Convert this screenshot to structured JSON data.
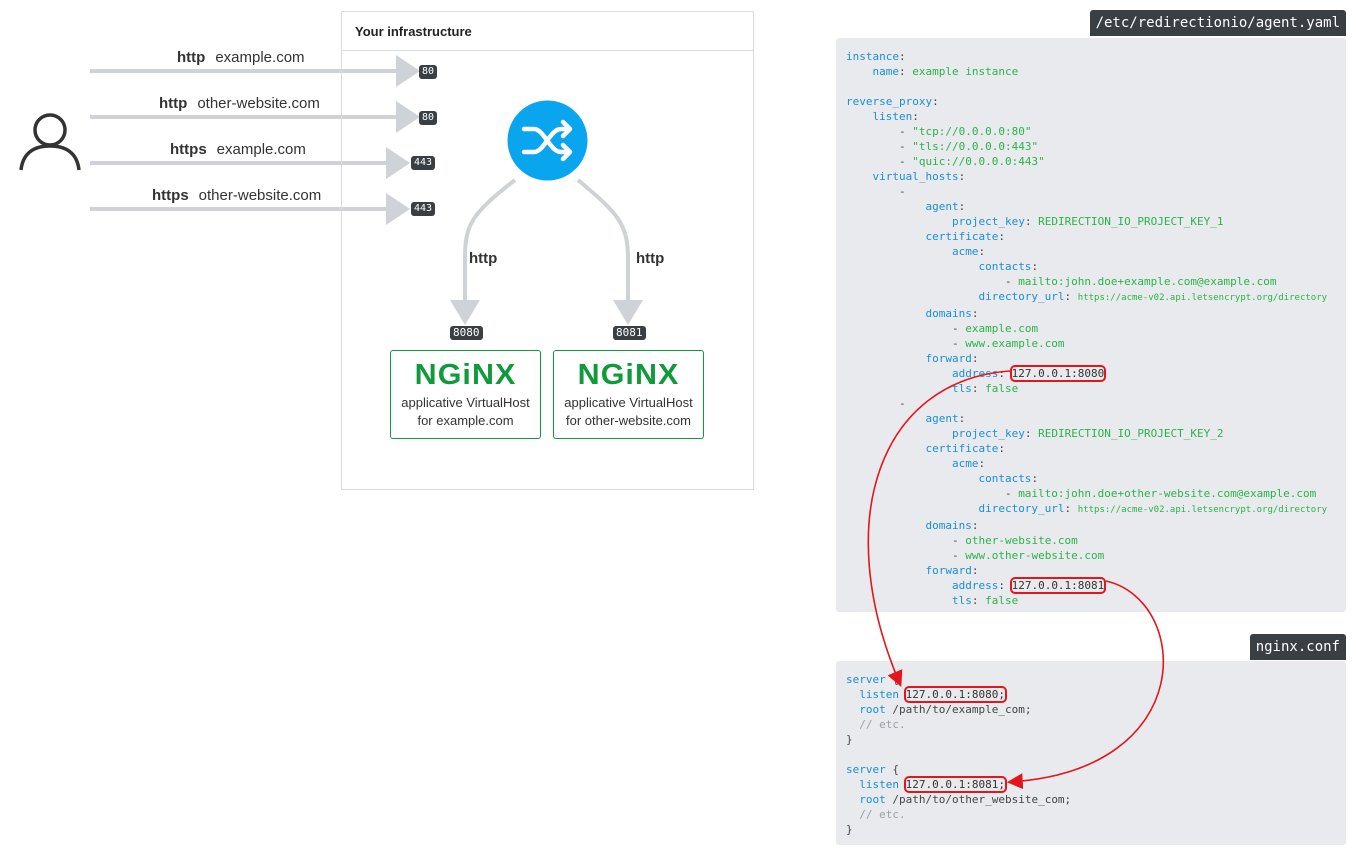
{
  "requests": [
    {
      "protocol": "http",
      "host": "example.com",
      "port": "80"
    },
    {
      "protocol": "http",
      "host": "other-website.com",
      "port": "80"
    },
    {
      "protocol": "https",
      "host": "example.com",
      "port": "443"
    },
    {
      "protocol": "https",
      "host": "other-website.com",
      "port": "443"
    }
  ],
  "infrastructure": {
    "title": "Your infrastructure",
    "left_protocol": "http",
    "right_protocol": "http",
    "backends": [
      {
        "port": "8080",
        "logo": "NGiNX",
        "line1": "applicative VirtualHost",
        "line2": "for example.com"
      },
      {
        "port": "8081",
        "logo": "NGiNX",
        "line1": "applicative VirtualHost",
        "line2": "for other-website.com"
      }
    ]
  },
  "agent_yaml": {
    "tab": "/etc/redirectionio/agent.yaml",
    "lines": [
      [
        [
          "k",
          "instance"
        ],
        [
          "d",
          ":"
        ]
      ],
      [
        [
          "d",
          "    "
        ],
        [
          "k",
          "name"
        ],
        [
          "d",
          ": "
        ],
        [
          "v",
          "example instance"
        ]
      ],
      [],
      [
        [
          "k",
          "reverse_proxy"
        ],
        [
          "d",
          ":"
        ]
      ],
      [
        [
          "d",
          "    "
        ],
        [
          "k",
          "listen"
        ],
        [
          "d",
          ":"
        ]
      ],
      [
        [
          "d",
          "        - "
        ],
        [
          "s",
          "\"tcp://0.0.0.0:80\""
        ]
      ],
      [
        [
          "d",
          "        - "
        ],
        [
          "s",
          "\"tls://0.0.0.0:443\""
        ]
      ],
      [
        [
          "d",
          "        - "
        ],
        [
          "s",
          "\"quic://0.0.0.0:443\""
        ]
      ],
      [
        [
          "d",
          "    "
        ],
        [
          "k",
          "virtual_hosts"
        ],
        [
          "d",
          ":"
        ]
      ],
      [
        [
          "d",
          "        -"
        ]
      ],
      [
        [
          "d",
          "            "
        ],
        [
          "k",
          "agent"
        ],
        [
          "d",
          ":"
        ]
      ],
      [
        [
          "d",
          "                "
        ],
        [
          "k",
          "project_key"
        ],
        [
          "d",
          ": "
        ],
        [
          "v",
          "REDIRECTION_IO_PROJECT_KEY_1"
        ]
      ],
      [
        [
          "d",
          "            "
        ],
        [
          "k",
          "certificate"
        ],
        [
          "d",
          ":"
        ]
      ],
      [
        [
          "d",
          "                "
        ],
        [
          "k",
          "acme"
        ],
        [
          "d",
          ":"
        ]
      ],
      [
        [
          "d",
          "                    "
        ],
        [
          "k",
          "contacts"
        ],
        [
          "d",
          ":"
        ]
      ],
      [
        [
          "d",
          "                        - "
        ],
        [
          "v",
          "mailto:john.doe+example.com@example.com"
        ]
      ],
      [
        [
          "d",
          "                    "
        ],
        [
          "k",
          "directory_url"
        ],
        [
          "d",
          ": "
        ],
        [
          "url",
          "https://acme-v02.api.letsencrypt.org/directory"
        ]
      ],
      [
        [
          "d",
          "            "
        ],
        [
          "k",
          "domains"
        ],
        [
          "d",
          ":"
        ]
      ],
      [
        [
          "d",
          "                - "
        ],
        [
          "v",
          "example.com"
        ]
      ],
      [
        [
          "d",
          "                - "
        ],
        [
          "v",
          "www.example.com"
        ]
      ],
      [
        [
          "d",
          "            "
        ],
        [
          "k",
          "forward"
        ],
        [
          "d",
          ":"
        ]
      ],
      [
        [
          "d",
          "                "
        ],
        [
          "k",
          "address"
        ],
        [
          "d",
          ": "
        ],
        [
          "hl",
          "127.0.0.1:8080"
        ]
      ],
      [
        [
          "d",
          "                "
        ],
        [
          "k",
          "tls"
        ],
        [
          "d",
          ": "
        ],
        [
          "v",
          "false"
        ]
      ],
      [
        [
          "d",
          "        -"
        ]
      ],
      [
        [
          "d",
          "            "
        ],
        [
          "k",
          "agent"
        ],
        [
          "d",
          ":"
        ]
      ],
      [
        [
          "d",
          "                "
        ],
        [
          "k",
          "project_key"
        ],
        [
          "d",
          ": "
        ],
        [
          "v",
          "REDIRECTION_IO_PROJECT_KEY_2"
        ]
      ],
      [
        [
          "d",
          "            "
        ],
        [
          "k",
          "certificate"
        ],
        [
          "d",
          ":"
        ]
      ],
      [
        [
          "d",
          "                "
        ],
        [
          "k",
          "acme"
        ],
        [
          "d",
          ":"
        ]
      ],
      [
        [
          "d",
          "                    "
        ],
        [
          "k",
          "contacts"
        ],
        [
          "d",
          ":"
        ]
      ],
      [
        [
          "d",
          "                        - "
        ],
        [
          "v",
          "mailto:john.doe+other-website.com@example.com"
        ]
      ],
      [
        [
          "d",
          "                    "
        ],
        [
          "k",
          "directory_url"
        ],
        [
          "d",
          ": "
        ],
        [
          "url",
          "https://acme-v02.api.letsencrypt.org/directory"
        ]
      ],
      [
        [
          "d",
          "            "
        ],
        [
          "k",
          "domains"
        ],
        [
          "d",
          ":"
        ]
      ],
      [
        [
          "d",
          "                - "
        ],
        [
          "v",
          "other-website.com"
        ]
      ],
      [
        [
          "d",
          "                - "
        ],
        [
          "v",
          "www.other-website.com"
        ]
      ],
      [
        [
          "d",
          "            "
        ],
        [
          "k",
          "forward"
        ],
        [
          "d",
          ":"
        ]
      ],
      [
        [
          "d",
          "                "
        ],
        [
          "k",
          "address"
        ],
        [
          "d",
          ": "
        ],
        [
          "hl",
          "127.0.0.1:8081"
        ]
      ],
      [
        [
          "d",
          "                "
        ],
        [
          "k",
          "tls"
        ],
        [
          "d",
          ": "
        ],
        [
          "v",
          "false"
        ]
      ]
    ]
  },
  "nginx_conf": {
    "tab": "nginx.conf",
    "lines": [
      [
        [
          "k",
          "server"
        ],
        [
          "d",
          " {"
        ]
      ],
      [
        [
          "d",
          "  "
        ],
        [
          "k",
          "listen"
        ],
        [
          "d",
          " "
        ],
        [
          "hl",
          "127.0.0.1:8080;"
        ]
      ],
      [
        [
          "d",
          "  "
        ],
        [
          "k",
          "root"
        ],
        [
          "d",
          " /path/to/example_com;"
        ]
      ],
      [
        [
          "d",
          "  "
        ],
        [
          "c",
          "// etc."
        ]
      ],
      [
        [
          "d",
          "}"
        ]
      ],
      [],
      [
        [
          "k",
          "server"
        ],
        [
          "d",
          " {"
        ]
      ],
      [
        [
          "d",
          "  "
        ],
        [
          "k",
          "listen"
        ],
        [
          "d",
          " "
        ],
        [
          "hl",
          "127.0.0.1:8081;"
        ]
      ],
      [
        [
          "d",
          "  "
        ],
        [
          "k",
          "root"
        ],
        [
          "d",
          " /path/to/other_website_com;"
        ]
      ],
      [
        [
          "d",
          "  "
        ],
        [
          "c",
          "// etc."
        ]
      ],
      [
        [
          "d",
          "}"
        ]
      ]
    ]
  },
  "colors": {
    "accent_blue": "#0aa5ef",
    "nginx_green": "#0f9b3a",
    "highlight_red": "#e5161b",
    "arrow_gray": "#cfd3d7"
  }
}
